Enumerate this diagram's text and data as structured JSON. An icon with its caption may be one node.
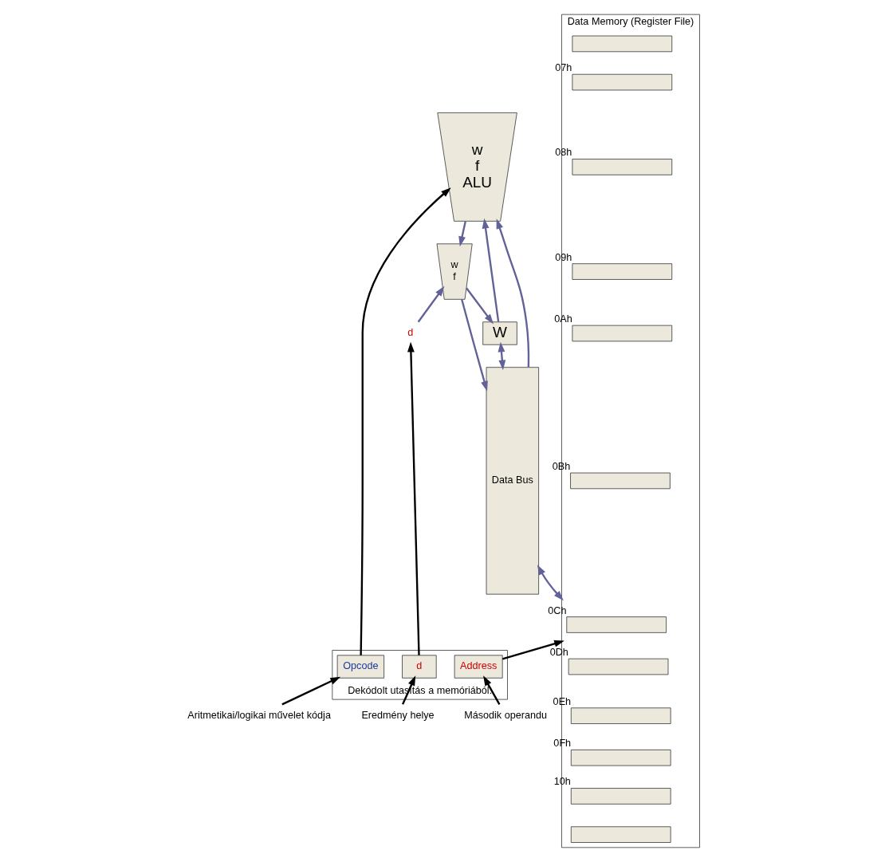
{
  "diagram": {
    "nodes": [
      {
        "text": [
          "w",
          "f",
          "ALU"
        ]
      },
      {
        "text": [
          "w",
          "f"
        ]
      },
      {
        "text": [
          "d"
        ]
      },
      {
        "text": [
          "W"
        ]
      },
      {
        "text": [
          "Data Bus"
        ]
      },
      {
        "text": [
          "Data Memory (Register File)"
        ]
      },
      {
        "text": [],
        "shape": "box",
        "in": 5
      },
      {
        "text": [],
        "shape": "box",
        "in": 5,
        "beside": [
          "07h"
        ]
      },
      {
        "text": [],
        "shape": "box",
        "in": 5,
        "beside": [
          "08h"
        ]
      },
      {
        "text": [],
        "shape": "box",
        "in": 5,
        "beside": [
          "09h"
        ]
      },
      {
        "text": [],
        "shape": "box",
        "in": 5,
        "beside": [
          "0Ah"
        ]
      },
      {
        "text": [],
        "shape": "box",
        "in": 5,
        "beside": [
          "0Bh"
        ]
      },
      {
        "text": [],
        "shape": "box",
        "in": 5,
        "beside": [
          "0Ch"
        ]
      },
      {
        "text": [],
        "shape": "box",
        "in": 5,
        "beside": [
          "0Dh"
        ]
      },
      {
        "text": [],
        "shape": "box",
        "in": 5,
        "beside": [
          "0Eh"
        ]
      },
      {
        "text": [],
        "shape": "box",
        "in": 5,
        "beside": [
          "0Fh"
        ]
      },
      {
        "text": [],
        "shape": "box",
        "in": 5,
        "beside": [
          "10h"
        ]
      },
      {
        "text": [],
        "shape": "box",
        "in": 5
      },
      {
        "text": [
          "Dekódolt utasítás a memóriából:"
        ]
      },
      {
        "text": [
          "Opcode"
        ],
        "in": 18
      },
      {
        "text": [
          "d"
        ],
        "in": 18
      },
      {
        "text": [
          "Address"
        ],
        "in": 18
      },
      {
        "text": [
          "Aritmetikai/logikai művelet kódja"
        ]
      },
      {
        "text": [
          "Eredmény helye"
        ]
      },
      {
        "text": [
          "Második operandu"
        ]
      }
    ],
    "edges": [
      {
        "from": 4,
        "to": 0,
        "arrow": "to",
        "color": "#626299"
      },
      {
        "from": 3,
        "to": 0,
        "arrow": "to",
        "color": "#626299"
      },
      {
        "from": 0,
        "to": 1,
        "arrow": "to",
        "color": "#626299"
      },
      {
        "from": 2,
        "to": 1,
        "arrow": "to",
        "color": "#626299"
      },
      {
        "from": 1,
        "to": 3,
        "arrow": "to",
        "color": "#626299"
      },
      {
        "from": 1,
        "to": 4,
        "arrow": "to",
        "color": "#626299"
      },
      {
        "from": 3,
        "to": 4,
        "arrow": "both",
        "color": "#626299"
      },
      {
        "from": 4,
        "to": 5,
        "arrow": "both",
        "color": "#626299"
      },
      {
        "from": 19,
        "to": 0,
        "arrow": "to",
        "color": "#000000"
      },
      {
        "from": 20,
        "to": 2,
        "arrow": "to",
        "color": "#000000"
      },
      {
        "from": 21,
        "to": 5,
        "arrow": "to",
        "color": "#000000"
      },
      {
        "from": 22,
        "to": 19,
        "arrow": "to",
        "color": "#000000"
      },
      {
        "from": 23,
        "to": 20,
        "arrow": "to",
        "color": "#000000"
      },
      {
        "from": 24,
        "to": 21,
        "arrow": "to",
        "color": "#000000"
      }
    ]
  }
}
